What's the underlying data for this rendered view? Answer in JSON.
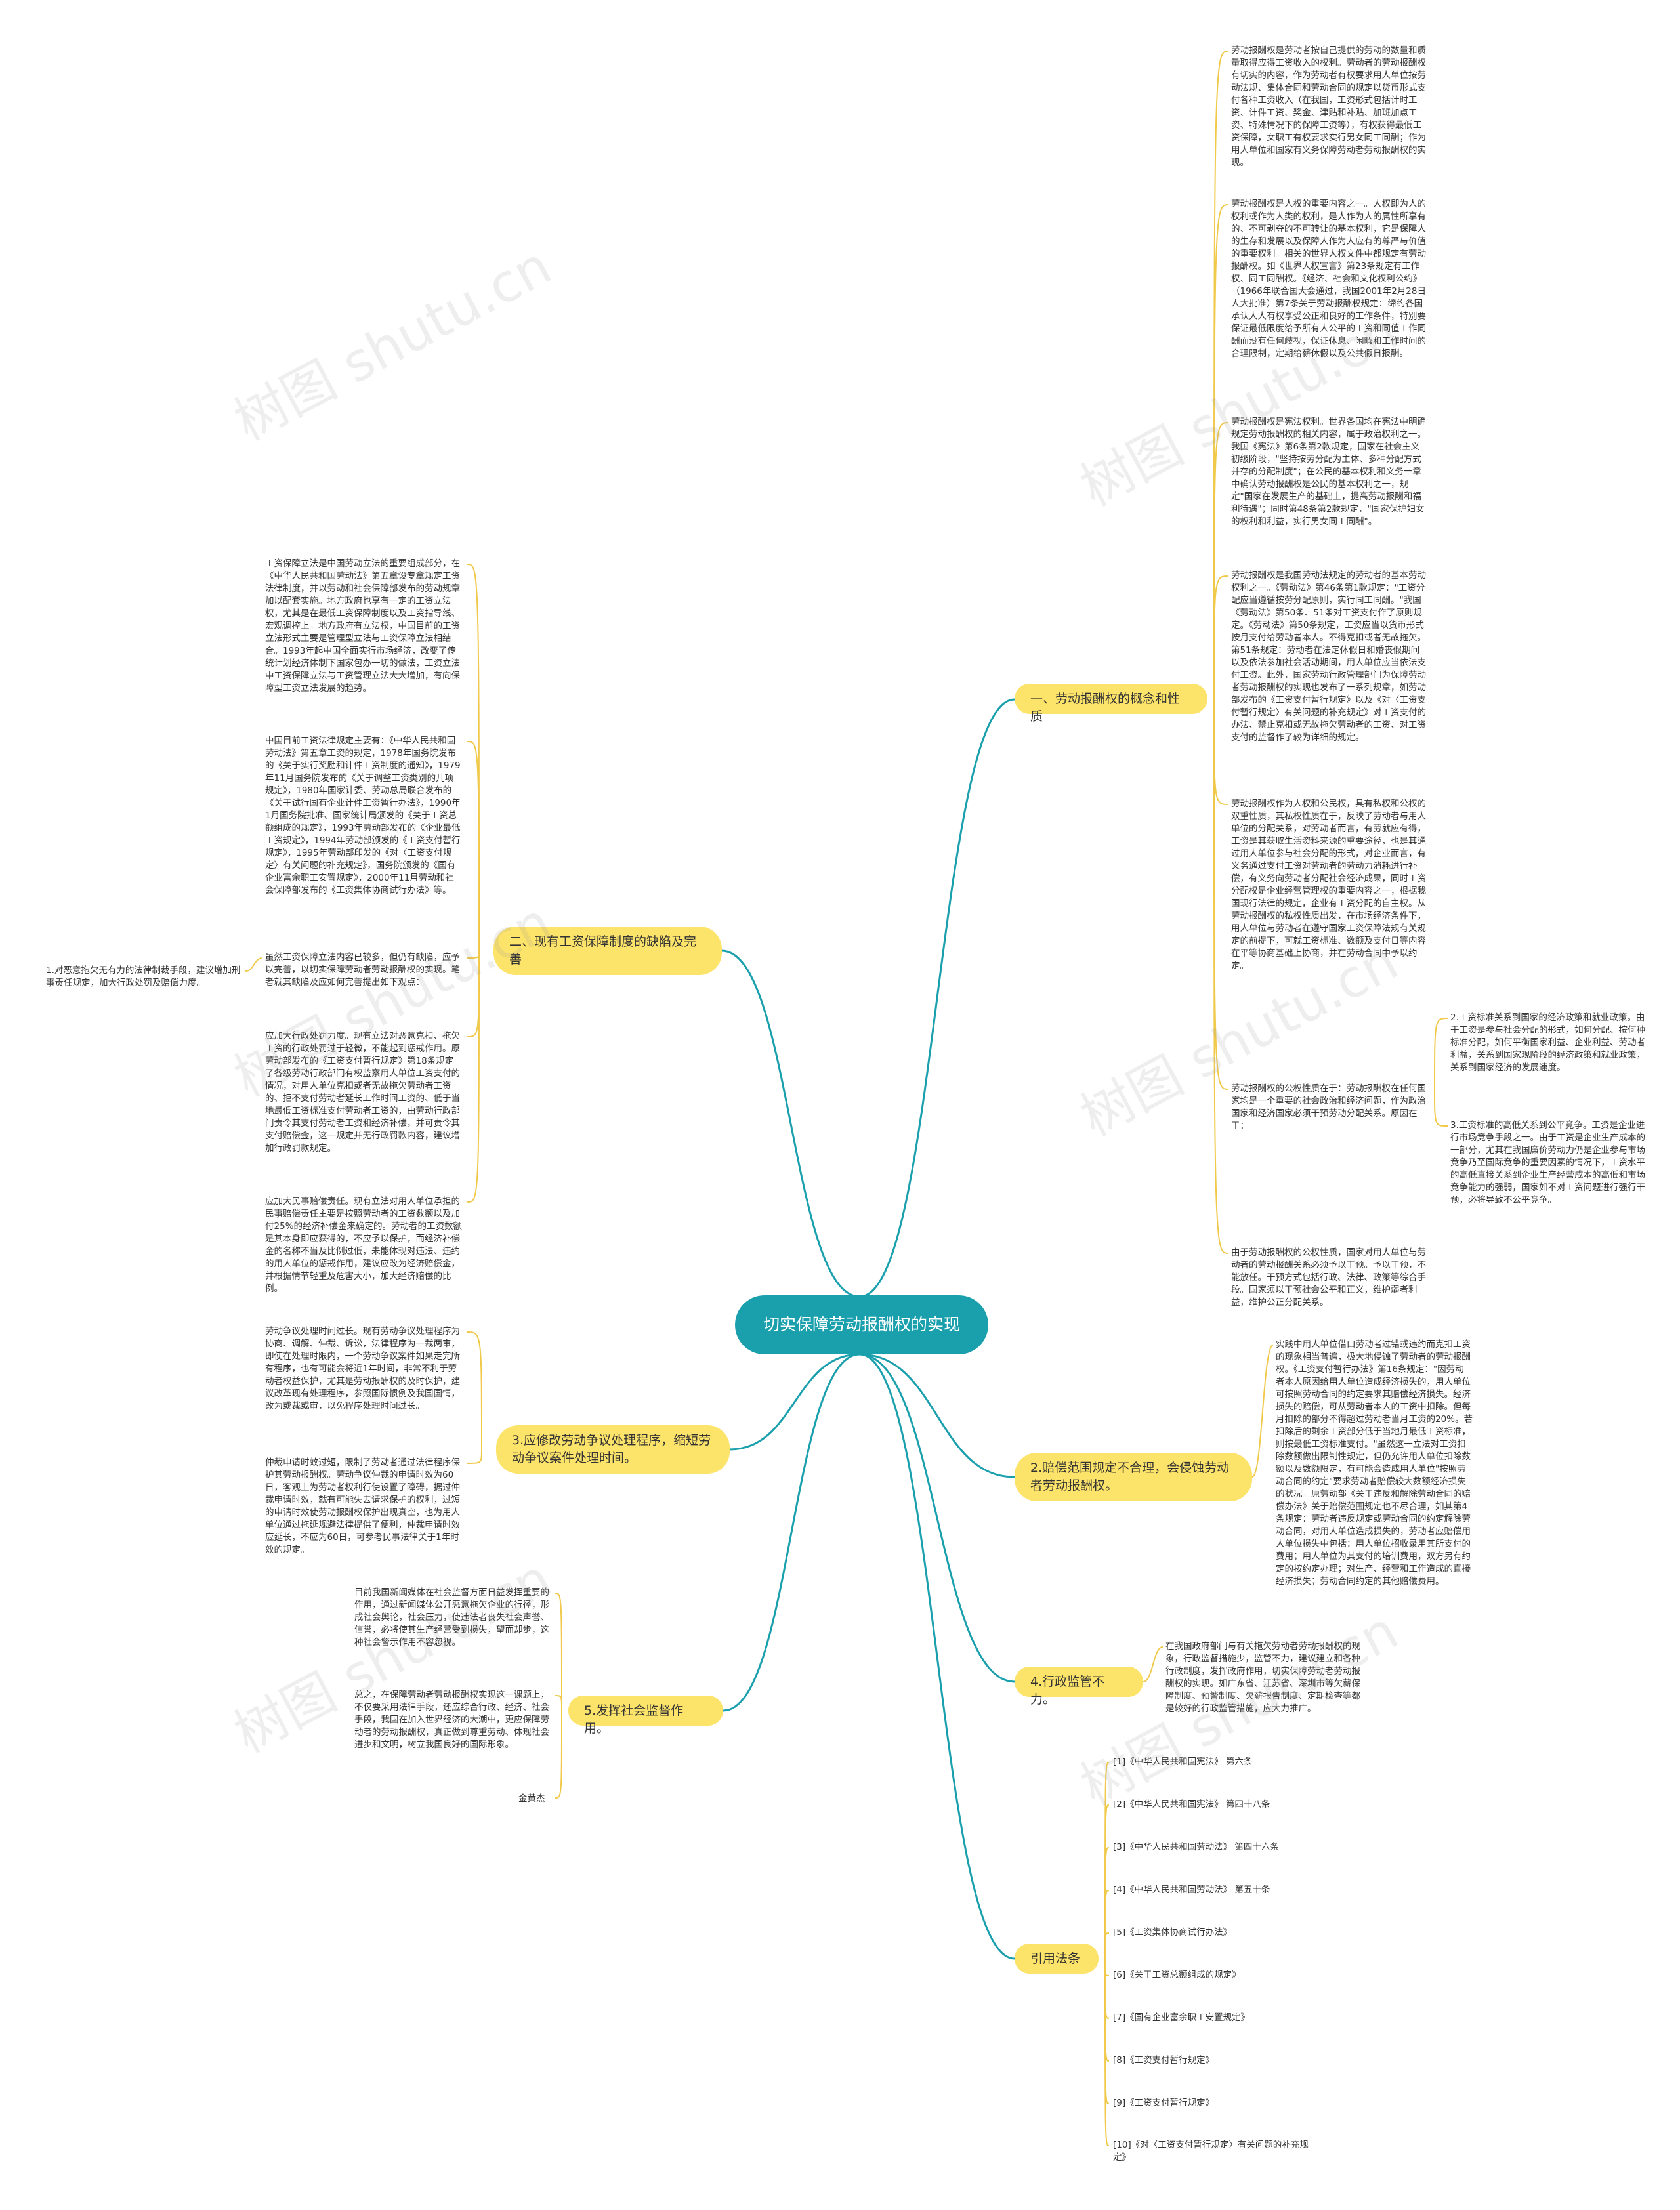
{
  "central": "切实保障劳动报酬权的实现",
  "watermark": "树图 shutu.cn",
  "branches": {
    "b1": "一、劳动报酬权的概念和性质",
    "b2": "二、现有工资保障制度的缺陷及完善",
    "b3": "3.应修改劳动争议处理程序，缩短劳动争议案件处理时间。",
    "b4": "2.赔偿范围规定不合理，会侵蚀劳动者劳动报酬权。",
    "b5": "4.行政监管不力。",
    "b6": "5.发挥社会监督作用。",
    "b7": "引用法条"
  },
  "r1": [
    "劳动报酬权是劳动者按自己提供的劳动的数量和质量取得应得工资收入的权利。劳动者的劳动报酬权有切实的内容，作为劳动者有权要求用人单位按劳动法规、集体合同和劳动合同的规定以货币形式支付各种工资收入（在我国，工资形式包括计时工资、计件工资、奖金、津贴和补贴、加班加点工资、特殊情况下的保障工资等），有权获得最低工资保障，女职工有权要求实行男女同工同酬；作为用人单位和国家有义务保障劳动者劳动报酬权的实现。",
    "劳动报酬权是人权的重要内容之一。人权即为人的权利或作为人类的权利，是人作为人的属性所享有的、不可剥夺的不可转让的基本权利，它是保障人的生存和发展以及保障人作为人应有的尊严与价值的重要权利。相关的世界人权文件中都规定有劳动报酬权。如《世界人权宣言》第23条规定有工作权、同工同酬权。《经济、社会和文化权利公约》（1966年联合国大会通过，我国2001年2月28日人大批准）第7条关于劳动报酬权规定：缔约各国承认人人有权享受公正和良好的工作条件，特别要保证最低限度给予所有人公平的工资和同值工作同酬而没有任何歧视，保证休息、闲暇和工作时间的合理限制，定期给薪休假以及公共假日报酬。",
    "劳动报酬权是宪法权利。世界各国均在宪法中明确规定劳动报酬权的相关内容，属于政治权利之一。我国《宪法》第6条第2款规定，国家在社会主义初级阶段，\"坚持按劳分配为主体、多种分配方式并存的分配制度\"；在公民的基本权利和义务一章中确认劳动报酬权是公民的基本权利之一，规定\"国家在发展生产的基础上，提高劳动报酬和福利待遇\"；同时第48条第2款规定，\"国家保护妇女的权利和利益，实行男女同工同酬\"。",
    "劳动报酬权是我国劳动法规定的劳动者的基本劳动权利之一。《劳动法》第46条第1款规定：\"工资分配应当遵循按劳分配原则，实行同工同酬。\"我国《劳动法》第50条、51条对工资支付作了原则规定。《劳动法》第50条规定，工资应当以货币形式按月支付给劳动者本人。不得克扣或者无故拖欠。第51条规定：劳动者在法定休假日和婚丧假期间以及依法参加社会活动期间，用人单位应当依法支付工资。此外，国家劳动行政管理部门为保障劳动者劳动报酬权的实现也发布了一系列规章，如劳动部发布的《工资支付暂行规定》以及《对〈工资支付暂行规定〉有关问题的补充规定》对工资支付的办法、禁止克扣或无故拖欠劳动者的工资、对工资支付的监督作了较为详细的规定。",
    "劳动报酬权作为人权和公民权，具有私权和公权的双重性质，其私权性质在于，反映了劳动者与用人单位的分配关系，对劳动者而言，有劳就应有得，工资是其获取生活资料来源的重要途径，也是其通过用人单位参与社会分配的形式，对企业而言，有义务通过支付工资对劳动者的劳动力消耗进行补偿，有义务向劳动者分配社会经济成果，同时工资分配权是企业经营管理权的重要内容之一，根据我国现行法律的规定，企业有工资分配的自主权。从劳动报酬权的私权性质出发，在市场经济条件下，用人单位与劳动者在遵守国家工资保障法规有关规定的前提下，可就工资标准、数额及支付日等内容在平等协商基础上协商，并在劳动合同中予以约定。",
    "劳动报酬权的公权性质在于：劳动报酬权在任何国家均是一个重要的社会政治和经济问题，作为政治国家和经济国家必须干预劳动分配关系。原因在于：",
    "由于劳动报酬权的公权性质，国家对用人单位与劳动者的劳动报酬关系必须予以干预。予以干预，不能放任。干预方式包括行政、法律、政策等综合手段。国家须以干预社会公平和正义，维护弱者利益，维护公正分配关系。"
  ],
  "r1b": [
    "2.工资标准关系到国家的经济政策和就业政策。由于工资是参与社会分配的形式，如何分配、按何种标准分配，如何平衡国家利益、企业利益、劳动者利益，关系到国家现阶段的经济政策和就业政策，关系到国家经济的发展速度。",
    "3.工资标准的高低关系到公平竞争。工资是企业进行市场竞争手段之一。由于工资是企业生产成本的一部分，尤其在我国廉价劳动力仍是企业参与市场竞争乃至国际竞争的重要因素的情况下，工资水平的高低直接关系到企业生产经营成本的高低和市场竞争能力的强弱，国家如不对工资问题进行强行干预，必将导致不公平竞争。"
  ],
  "r4": "实践中用人单位借口劳动者过错或违约而克扣工资的现象相当普遍，极大地侵蚀了劳动者的劳动报酬权。《工资支付暂行办法》第16条规定：\"因劳动者本人原因给用人单位造成经济损失的，用人单位可按照劳动合同的约定要求其赔偿经济损失。经济损失的赔偿，可从劳动者本人的工资中扣除。但每月扣除的部分不得超过劳动者当月工资的20%。若扣除后的剩余工资部分低于当地月最低工资标准，则按最低工资标准支付。\"虽然这一立法对工资扣除数额做出限制性规定，但仍允许用人单位扣除数额以及数额限定，有可能会造成用人单位\"按照劳动合同的约定\"要求劳动者赔偿较大数额经济损失的状况。原劳动部《关于违反和解除劳动合同的赔偿办法》关于赔偿范围规定也不尽合理，如其第4条规定：劳动者违反规定或劳动合同的约定解除劳动合同，对用人单位造成损失的，劳动者应赔偿用人单位损失中包括：用人单位招收录用其所支付的费用；用人单位为其支付的培训费用，双方另有约定的按约定办理；对生产、经营和工作造成的直接经济损失；劳动合同约定的其他赔偿费用。",
  "r5": "在我国政府部门与有关拖欠劳动者劳动报酬权的现象，行政监督措施少，监管不力，建议建立和各种行政制度，发挥政府作用，切实保障劳动者劳动报酬权的实现。如广东省、江苏省、深圳市等欠薪保障制度、预警制度、欠薪报告制度、定期检查等都是较好的行政监管措施，应大力推广。",
  "refs": [
    "[1]《中华人民共和国宪法》 第六条",
    "[2]《中华人民共和国宪法》 第四十八条",
    "[3]《中华人民共和国劳动法》 第四十六条",
    "[4]《中华人民共和国劳动法》 第五十条",
    "[5]《工资集体协商试行办法》",
    "[6]《关于工资总额组成的规定》",
    "[7]《国有企业富余职工安置规定》",
    "[8]《工资支付暂行规定》",
    "[9]《工资支付暂行规定》",
    "[10]《对〈工资支付暂行规定〉有关问题的补充规定》"
  ],
  "l2": [
    "工资保障立法是中国劳动立法的重要组成部分，在《中华人民共和国劳动法》第五章设专章规定工资法律制度，并以劳动和社会保障部发布的劳动规章加以配套实施。地方政府也享有一定的工资立法权，尤其是在最低工资保障制度以及工资指导线、宏观调控上。地方政府有立法权，中国目前的工资立法形式主要是管理型立法与工资保障立法相结合。1993年起中国全面实行市场经济，改变了传统计划经济体制下国家包办一切的做法，工资立法中工资保障立法与工资管理立法大大增加，有向保障型工资立法发展的趋势。",
    "中国目前工资法律规定主要有：《中华人民共和国劳动法》第五章工资的规定，1978年国务院发布的《关于实行奖励和计件工资制度的通知》，1979年11月国务院发布的《关于调整工资类别的几项规定》，1980年国家计委、劳动总局联合发布的《关于试行国有企业计件工资暂行办法》，1990年1月国务院批准、国家统计局颁发的《关于工资总额组成的规定》，1993年劳动部发布的《企业最低工资规定》，1994年劳动部颁发的《工资支付暂行规定》，1995年劳动部印发的《对〈工资支付规定〉有关问题的补充规定》，国务院颁发的《国有企业富余职工安置规定》，2000年11月劳动和社会保障部发布的《工资集体协商试行办法》等。",
    "虽然工资保障立法内容已较多，但仍有缺陷，应予以完善，以切实保障劳动者劳动报酬权的实现。笔者就其缺陷及应如何完善提出如下观点：",
    "应加大行政处罚力度。现有立法对恶意克扣、拖欠工资的行政处罚过于轻微，不能起到惩戒作用。原劳动部发布的《工资支付暂行规定》第18条规定了各级劳动行政部门有权监察用人单位工资支付的情况，对用人单位克扣或者无故拖欠劳动者工资的、拒不支付劳动者延长工作时间工资的、低于当地最低工资标准支付劳动者工资的，由劳动行政部门责令其支付劳动者工资和经济补偿，并可责令其支付赔偿金，这一规定并无行政罚款内容，建议增加行政罚款规定。",
    "应加大民事赔偿责任。现有立法对用人单位承担的民事赔偿责任主要是按照劳动者的工资数额以及加付25%的经济补偿金来确定的。劳动者的工资数额是其本身即应获得的，不应予以保护，而经济补偿金的名称不当及比例过低，未能体现对违法、违约的用人单位的惩戒作用，建议应改为经济赔偿金，并根据情节轻重及危害大小，加大经济赔偿的比例。"
  ],
  "l2a": "1.对恶意拖欠无有力的法律制裁手段，建议增加刑事责任规定，加大行政处罚及赔偿力度。",
  "l3": [
    "劳动争议处理时间过长。现有劳动争议处理程序为协商、调解、仲裁、诉讼，法律程序为一裁两审，即使在处理时限内，一个劳动争议案件如果走完所有程序，也有可能会将近1年时间，非常不利于劳动者权益保护，尤其是劳动报酬权的及时保护，建议改革现有处理程序，参照国际惯例及我国国情，改为或裁或审，以免程序处理时间过长。",
    "仲裁申请时效过短，限制了劳动者通过法律程序保护其劳动报酬权。劳动争议仲裁的申请时效为60日，客观上为劳动者权利行使设置了障碍，据过仲裁申请时效，就有可能失去请求保护的权利，过短的申请时效使劳动报酬权保护出现真空，也为用人单位通过拖延规避法律提供了便利，仲裁申请时效应延长，不应为60日，可参考民事法律关于1年时效的规定。"
  ],
  "l6": [
    "目前我国新闻媒体在社会监督方面日益发挥重要的作用，通过新闻媒体公开恶意拖欠企业的行径，形成社会舆论，社会压力，使违法者丧失社会声誉、信誉，必将使其生产经营受到损失，望而却步，这种社会警示作用不容忽视。",
    "总之，在保障劳动者劳动报酬权实现这一课题上，不仅要采用法律手段，还应综合行政、经济、社会手段，我国在加入世界经济的大潮中，更应保障劳动者的劳动报酬权，真正做到尊重劳动、体现社会进步和文明，树立我国良好的国际形象。"
  ],
  "author": "金黄杰"
}
